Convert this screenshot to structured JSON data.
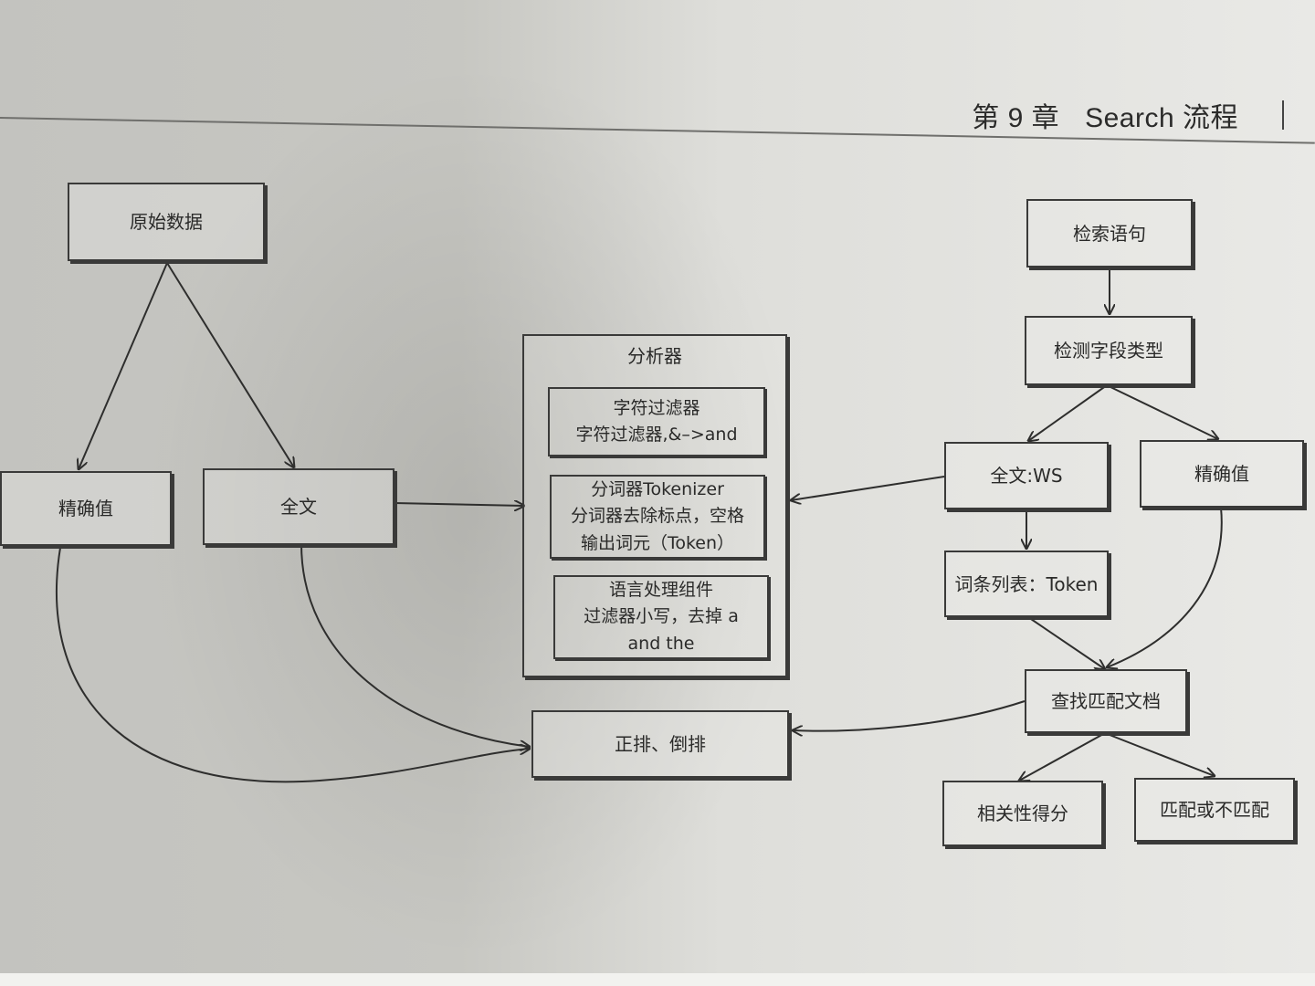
{
  "header": {
    "chapter": "第 9 章",
    "title": "Search 流程"
  },
  "nodes": {
    "raw_data": "原始数据",
    "exact_left": "精确值",
    "fulltext_left": "全文",
    "analyzer": {
      "title": "分析器",
      "char_filter": [
        "字符过滤器",
        "字符过滤器,&–>and"
      ],
      "tokenizer": [
        "分词器Tokenizer",
        "分词器去除标点，空格",
        "输出词元（Token）"
      ],
      "lang_proc": [
        "语言处理组件",
        "过滤器小写，去掉 a",
        "and the"
      ]
    },
    "index": "正排、倒排",
    "query": "检索语句",
    "detect_type": "检测字段类型",
    "fulltext_ws": "全文:WS",
    "exact_right": "精确值",
    "term_list": "词条列表：Token",
    "find_docs": "查找匹配文档",
    "relevance": "相关性得分",
    "match": "匹配或不匹配"
  }
}
